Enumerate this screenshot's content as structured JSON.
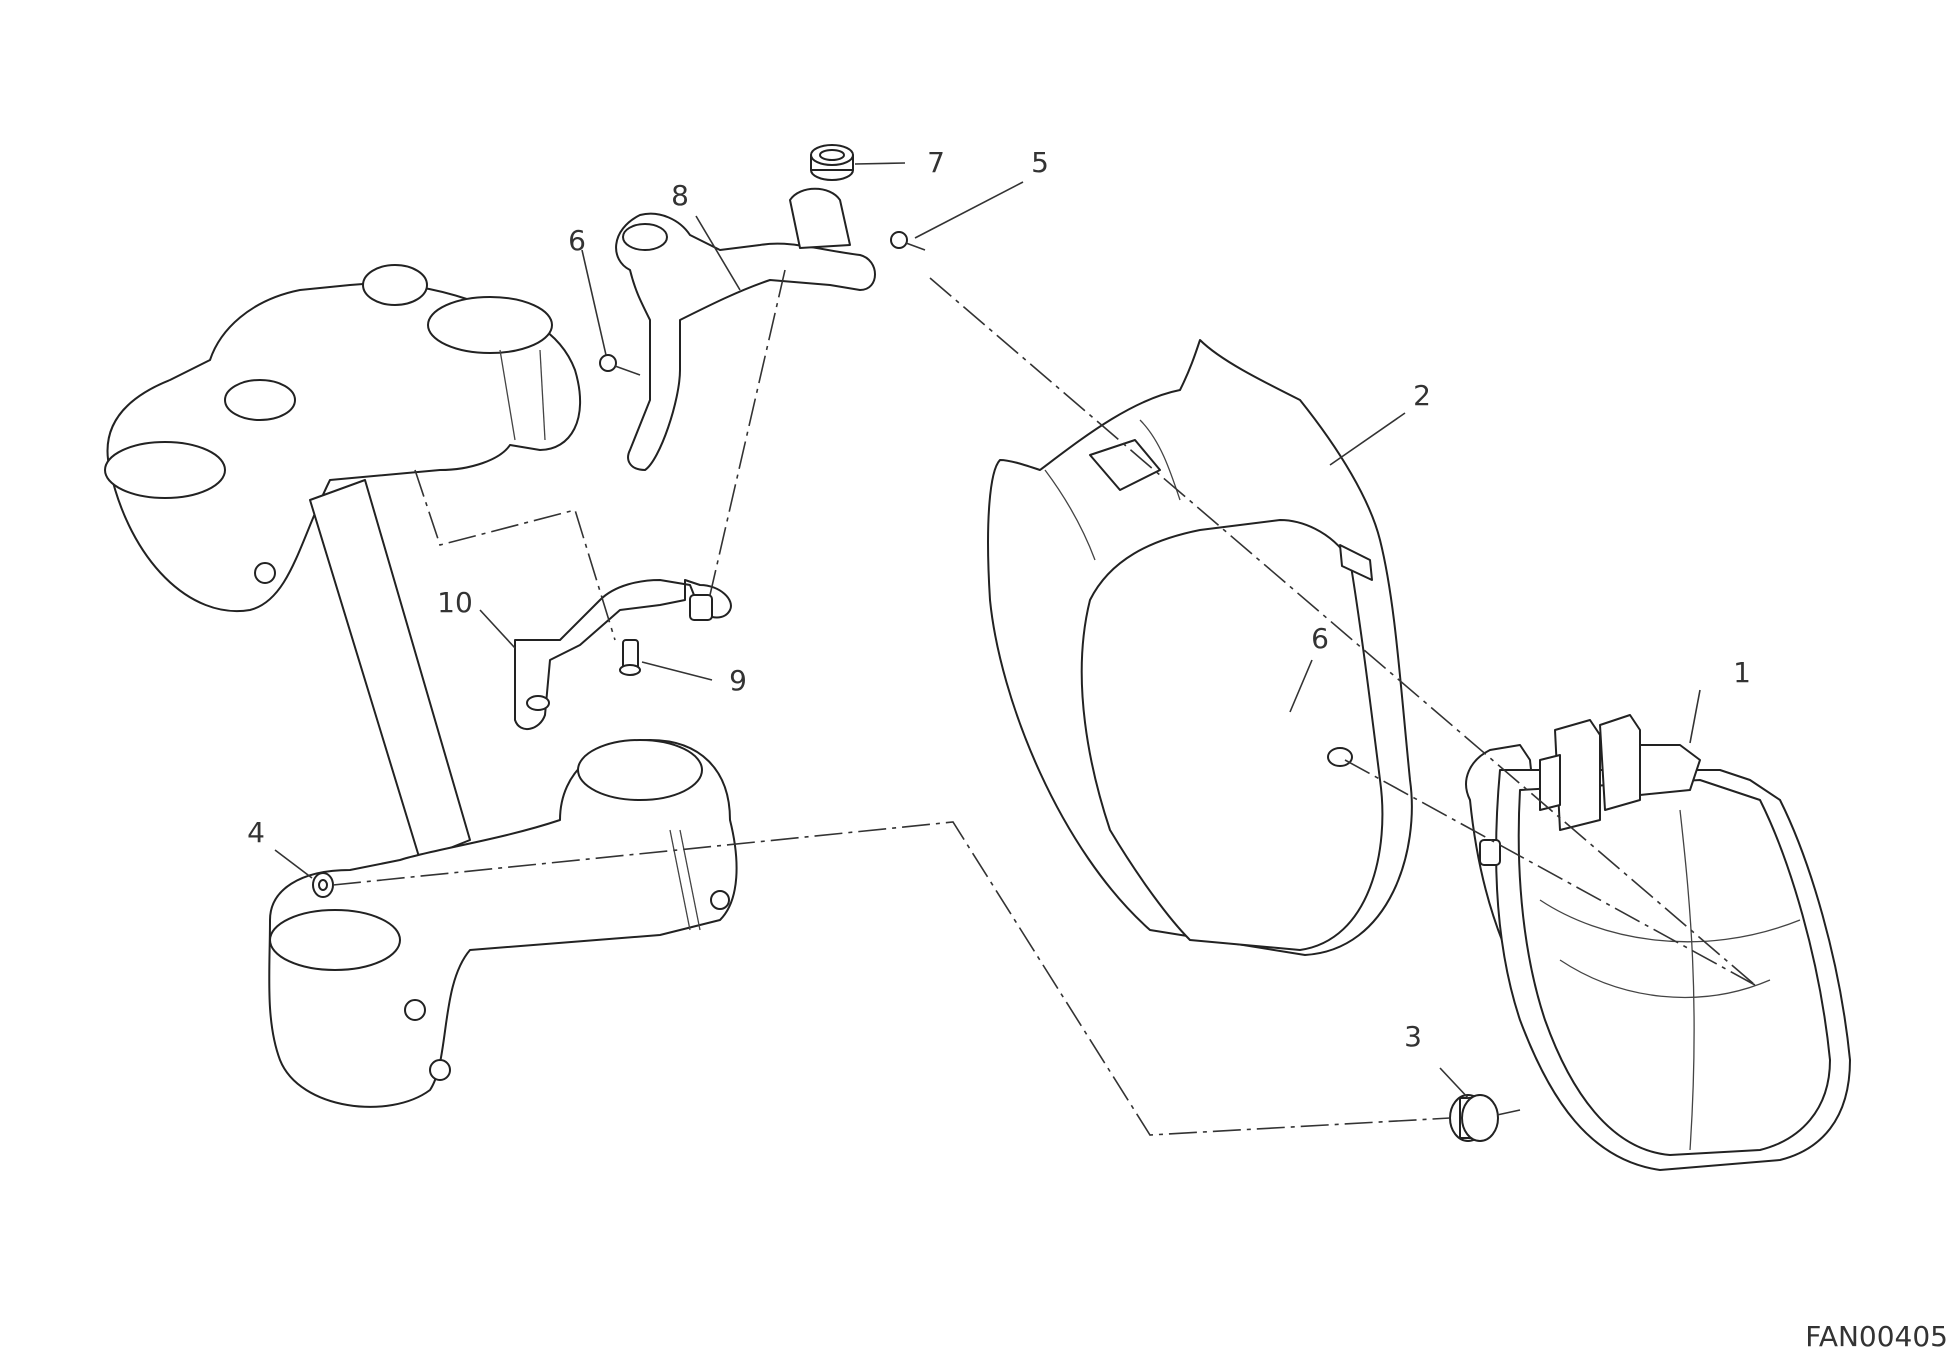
{
  "diagram": {
    "callouts": [
      {
        "id": "1",
        "label": "1"
      },
      {
        "id": "2",
        "label": "2"
      },
      {
        "id": "3",
        "label": "3"
      },
      {
        "id": "4",
        "label": "4"
      },
      {
        "id": "5",
        "label": "5"
      },
      {
        "id": "6a",
        "label": "6"
      },
      {
        "id": "6b",
        "label": "6"
      },
      {
        "id": "7",
        "label": "7"
      },
      {
        "id": "8",
        "label": "8"
      },
      {
        "id": "9",
        "label": "9"
      },
      {
        "id": "10",
        "label": "10"
      }
    ],
    "figure_code": "FAN00405"
  }
}
